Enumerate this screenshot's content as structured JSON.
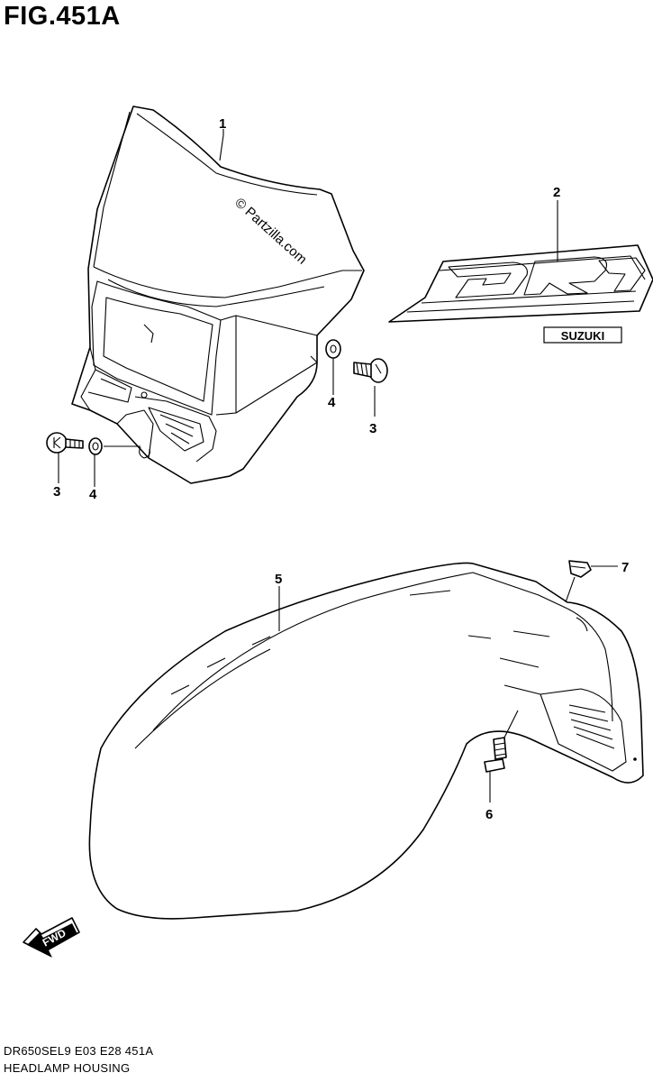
{
  "figure": {
    "title": "FIG.451A",
    "code": "DR650SEL9  E03  E28  451A",
    "name": "HEADLAMP HOUSING"
  },
  "watermark": "© Partzilla.com",
  "decal": {
    "brand_text": "SUZUKI",
    "logo_text": "DR"
  },
  "fwd_label": "FWD",
  "callouts": {
    "headlamp_housing": "1",
    "decal": "2",
    "screw_right": "3",
    "screw_left": "3",
    "washer_right": "4",
    "washer_left": "4",
    "front_fender": "5",
    "fender_bolt": "6",
    "grommet": "7"
  }
}
